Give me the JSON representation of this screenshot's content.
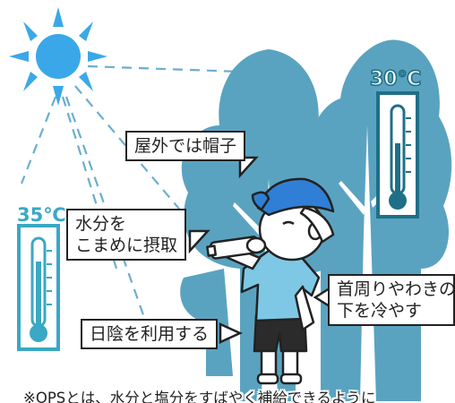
{
  "labels": {
    "hat": "屋外では帽子",
    "water_line1": "水分を",
    "water_line2": "こまめに摂取",
    "shade": "日陰を利用する",
    "cool_line1": "首周りやわきの",
    "cool_line2": "下を冷やす"
  },
  "temperatures": {
    "sun_side": "35℃",
    "shade_side": "30℃"
  },
  "footer_note": "※OPSとは、水分と塩分をすばやく補給できるように",
  "colors": {
    "tree": "#5aa3c0",
    "tree_trunk": "#ffffff",
    "sun": "#3aa8e8",
    "thermometer": "#2a8aa8",
    "shirt": "#7ec8e6",
    "shorts": "#2b2b2b",
    "cap": "#2f7fd6",
    "skin": "#ffffff",
    "outline": "#222222"
  },
  "icons": {
    "sun": "sun-icon",
    "thermometer_hot": "thermometer-icon",
    "thermometer_cool": "thermometer-icon",
    "person": "child-drinking-figure",
    "trees": "tree-icon"
  }
}
